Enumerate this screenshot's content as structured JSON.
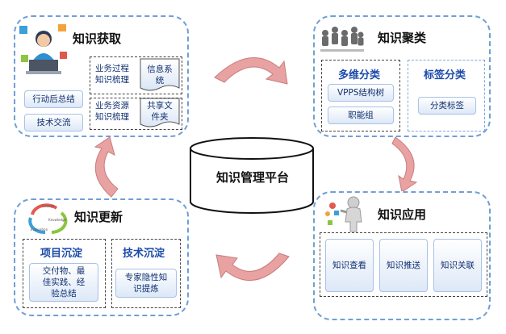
{
  "center": {
    "title": "知识管理平台"
  },
  "acquire": {
    "title": "知识获取",
    "after_action_summary": "行动后总结",
    "tech_exchange": "技术交流",
    "business_process": "业务过程\n知识梳理",
    "info_system": "信息系\n统",
    "business_resource": "业务资源\n知识梳理",
    "shared_folder": "共享文\n件夹"
  },
  "cluster": {
    "title": "知识聚类",
    "multi_dim": "多维分类",
    "vpps_tree": "VPPS结构树",
    "function_group": "职能组",
    "tag_class": "标签分类",
    "class_tag": "分类标签"
  },
  "update": {
    "title": "知识更新",
    "project_precip": "项目沉淀",
    "deliverables": "交付物、最\n佳实践、经\n验总结",
    "tech_precip": "技术沉淀",
    "expert_tacit": "专家隐性知\n识提炼",
    "cycle_labels": [
      "Change",
      "Knowledge",
      "Evaluation"
    ]
  },
  "apply": {
    "title": "知识应用",
    "view": "知识查看",
    "push": "知识推送",
    "link": "知识关联"
  },
  "colors": {
    "quad_border": "#6f9fd6",
    "arrow_fill": "#e8a2a2",
    "subhead": "#1b4aa8",
    "box_text": "#0f2f6f"
  }
}
